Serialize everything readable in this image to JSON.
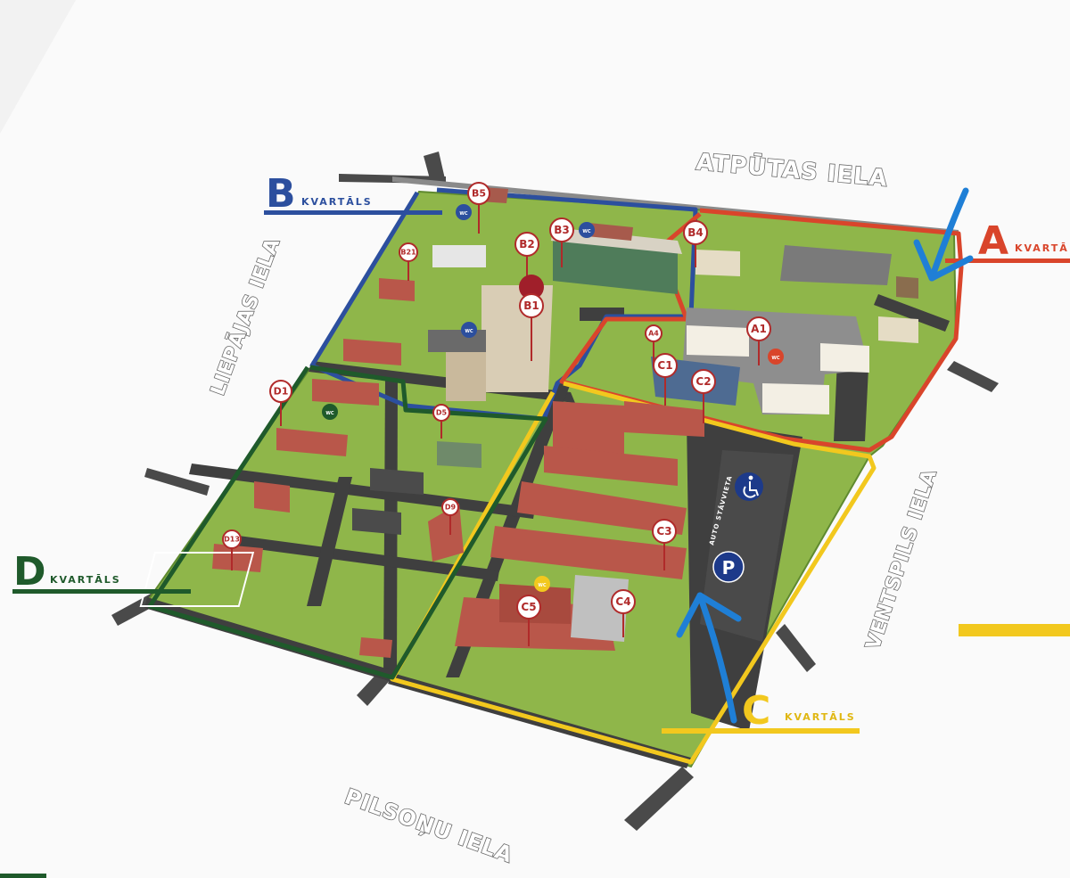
{
  "streets": {
    "north": "ATPŪTAS IELA",
    "west": "LIEPĀJAS IELA",
    "east": "VENTSPILS IELA",
    "south": "PILSOŅU IELA"
  },
  "quarters": {
    "a": {
      "letter": "A",
      "word": "KVARTĀ",
      "color": "#d9452b"
    },
    "b": {
      "letter": "B",
      "word": "KVARTĀLS",
      "color": "#2c4f9e"
    },
    "c": {
      "letter": "C",
      "word": "KVARTĀLS",
      "color": "#f2c81e"
    },
    "d": {
      "letter": "D",
      "word": "KVARTĀLS",
      "color": "#1f5a2b"
    }
  },
  "buildings": {
    "b5": "B5",
    "b3": "B3",
    "b2": "B2",
    "b4": "B4",
    "b21": "B21",
    "b1": "B1",
    "a4": "A4",
    "a1": "A1",
    "c1": "C1",
    "c2": "C2",
    "d1": "D1",
    "d5": "D5",
    "d9": "D9",
    "d13": "D13",
    "c3": "C3",
    "c4": "C4",
    "c5": "C5"
  },
  "icons": {
    "wc": "WC",
    "parking": "P",
    "parking_label": "AUTO STĀVVIETA"
  },
  "colors": {
    "grass": "#8fb64a",
    "road": "#3d3d3d",
    "roof_red": "#b9574a",
    "arrow_blue": "#1f7fd6"
  }
}
